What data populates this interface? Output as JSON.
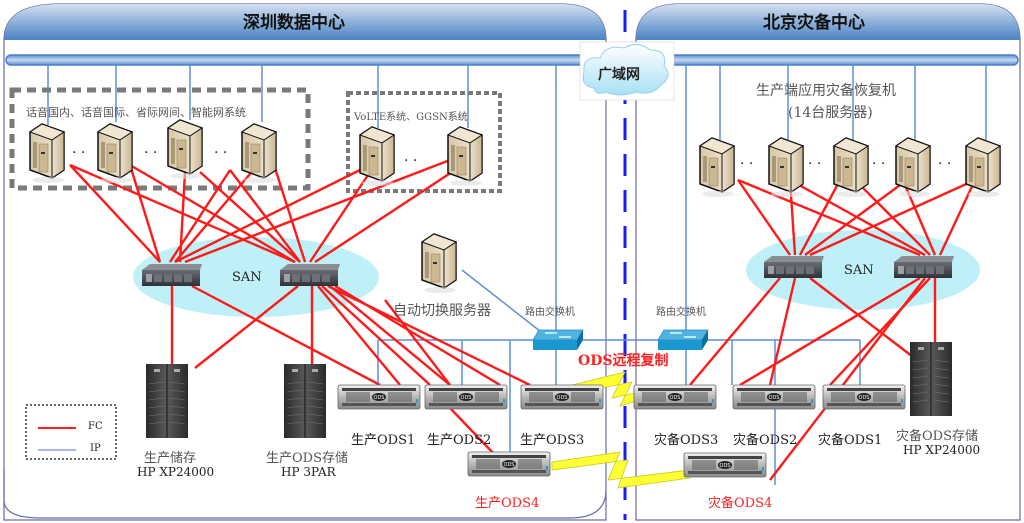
{
  "regions": {
    "left": {
      "title": "深圳数据中心"
    },
    "right": {
      "title": "北京灾备中心"
    }
  },
  "network": {
    "wan_label": "广域网",
    "san_label": "SAN"
  },
  "left_groups": [
    {
      "label": "话音国内、话音国际、省际网间、智能网系统",
      "servers": 4
    },
    {
      "label": "VoLTE系统、GGSN系统",
      "servers": 2
    }
  ],
  "right_group": {
    "label_line1": "生产端应用灾备恢复机",
    "label_line2": "(14台服务器)",
    "servers": 5
  },
  "auto_switch_server": "自动切换服务器",
  "routers": {
    "left": "路由交换机",
    "right": "路由交换机"
  },
  "replication_label": "ODS远程复制",
  "storage": {
    "prod_storage_line1": "生产储存",
    "prod_storage_line2": "HP XP24000",
    "prod_ods_storage_line1": "生产ODS存储",
    "prod_ods_storage_line2": "HP 3PAR",
    "dr_ods_storage_line1": "灾备ODS存储",
    "dr_ods_storage_line2": "HP XP24000"
  },
  "ods_nodes": {
    "prod": [
      "生产ODS1",
      "生产ODS2",
      "生产ODS3"
    ],
    "prod4": "生产ODS4",
    "dr": [
      "灾备ODS3",
      "灾备ODS2",
      "灾备ODS1"
    ],
    "dr4": "灾备ODS4"
  },
  "legend": [
    {
      "label": "FC",
      "color": "#ff2020"
    },
    {
      "label": "IP",
      "color": "#5a6ad8"
    }
  ],
  "colors": {
    "fc_line": "#ff1a1a",
    "ip_line": "#5b8fd8",
    "header_top": "#c9d9ee",
    "header_bottom": "#4f86c6",
    "san_cloud": "#bff0f8",
    "lightning": "#ffff33",
    "divider": "#1a1aff"
  }
}
